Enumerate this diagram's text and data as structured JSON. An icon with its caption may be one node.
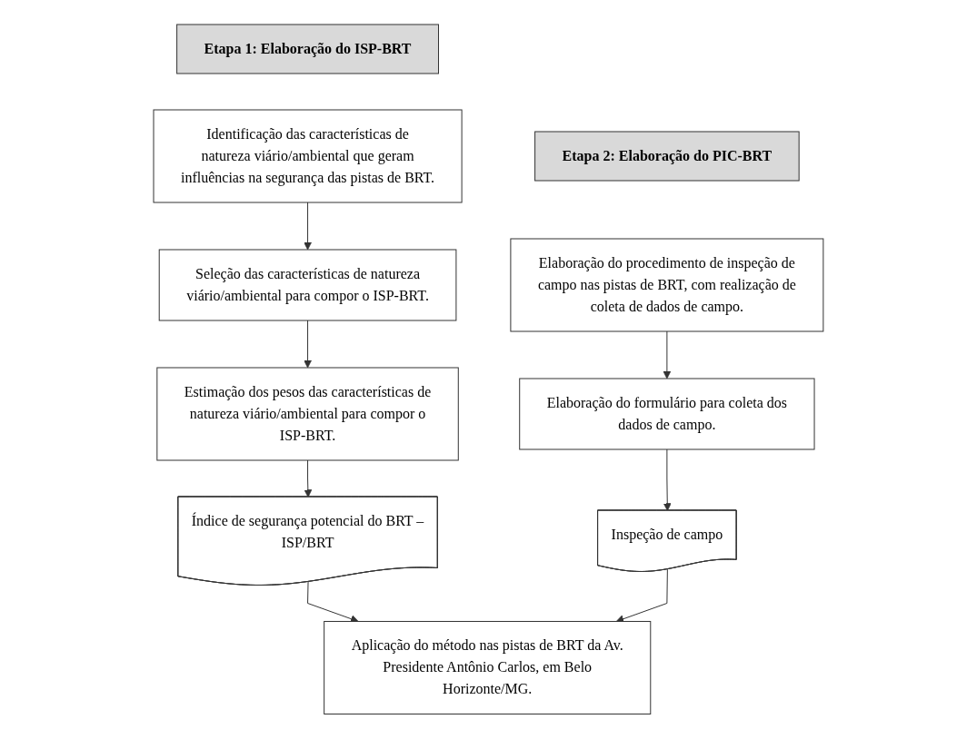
{
  "diagram": {
    "nodes": [
      {
        "text": [
          "Etapa 1: Elaboração do ISP-BRT"
        ]
      },
      {
        "text": [
          "Identificação das características de natureza viário/ambiental que geram influências na segurança das pistas de BRT."
        ]
      },
      {
        "text": [
          "Seleção das características de natureza viário/ambiental para compor o ISP-BRT."
        ]
      },
      {
        "text": [
          "Estimação dos pesos das características de natureza viário/ambiental para compor o ISP-BRT."
        ]
      },
      {
        "text": [
          "Índice de segurança potencial do BRT – ISP/BRT"
        ]
      },
      {
        "text": [
          "Etapa 2: Elaboração do PIC-BRT"
        ]
      },
      {
        "text": [
          "Elaboração do procedimento de inspeção de campo nas pistas de BRT, com realização de coleta de dados de campo."
        ]
      },
      {
        "text": [
          "Elaboração do formulário para coleta dos dados de campo."
        ]
      },
      {
        "text": [
          "Inspeção de campo"
        ]
      },
      {
        "text": [
          "Aplicação do método nas pistas de BRT da Av. Presidente Antônio Carlos, em Belo Horizonte/MG."
        ]
      }
    ],
    "edges": [
      {
        "from": 1,
        "to": 2,
        "arrow": "to"
      },
      {
        "from": 2,
        "to": 3,
        "arrow": "to"
      },
      {
        "from": 3,
        "to": 4,
        "arrow": "to"
      },
      {
        "from": 6,
        "to": 7,
        "arrow": "to"
      },
      {
        "from": 7,
        "to": 8,
        "arrow": "to"
      },
      {
        "from": 4,
        "to": 9,
        "arrow": "to"
      },
      {
        "from": 8,
        "to": 9,
        "arrow": "to"
      }
    ]
  }
}
